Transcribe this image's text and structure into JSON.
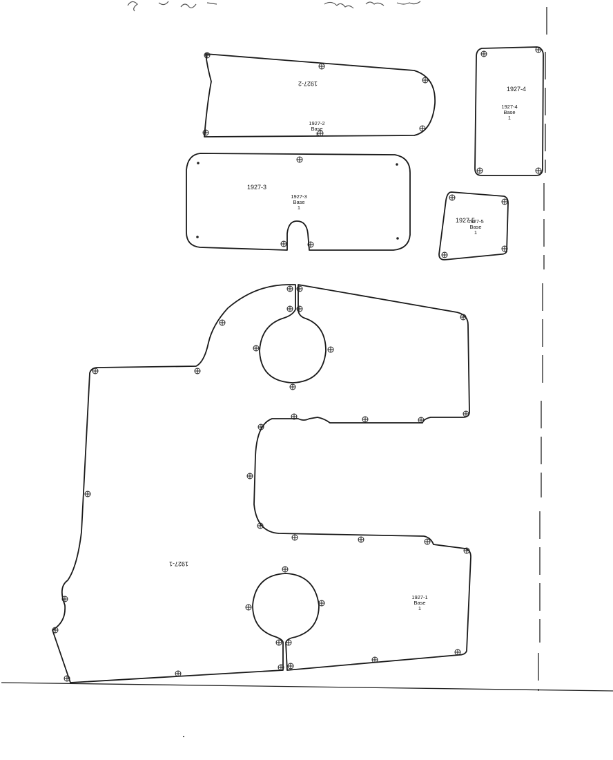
{
  "parts": [
    {
      "id": "1927-1",
      "label": "1927-1",
      "base_line1": "1927-1",
      "base_line2": "Base",
      "base_line3": "1"
    },
    {
      "id": "1927-2",
      "label": "1927-2",
      "base_line1": "1927-2",
      "base_line2": "Base",
      "base_line3": "1"
    },
    {
      "id": "1927-3",
      "label": "1927-3",
      "base_line1": "1927-3",
      "base_line2": "Base",
      "base_line3": "1"
    },
    {
      "id": "1927-4",
      "label": "1927-4",
      "base_line1": "1927-4",
      "base_line2": "Base",
      "base_line3": "1"
    },
    {
      "id": "1927-5",
      "label": "1927-5",
      "base_line1": "1927-5",
      "base_line2": "Base",
      "base_line3": "1"
    }
  ],
  "colors": {
    "line": "#1a1a1a",
    "paper": "#ffffff"
  }
}
